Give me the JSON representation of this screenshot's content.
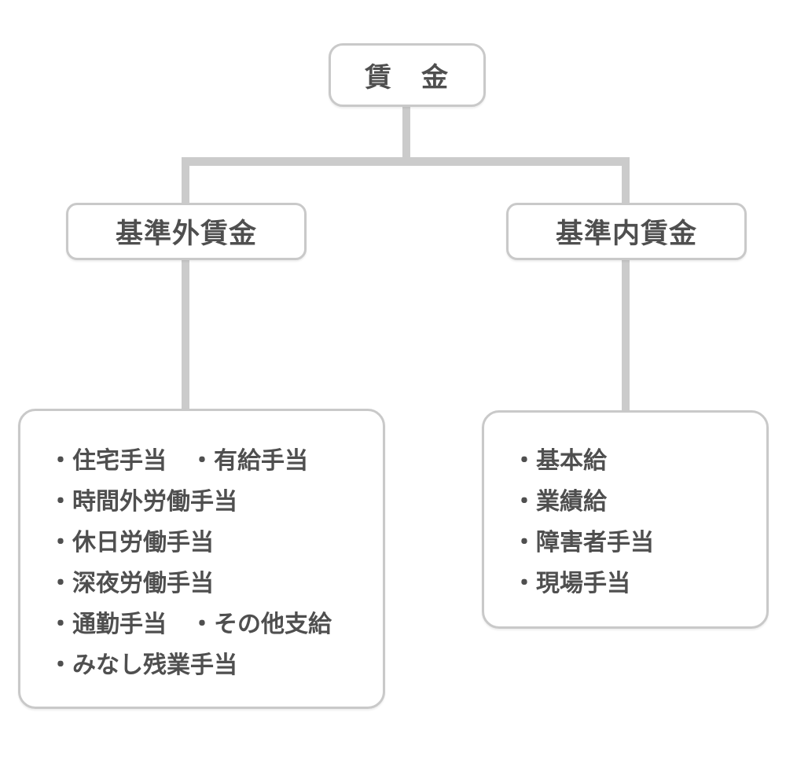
{
  "chart": {
    "root_label": "賃　金",
    "left_branch": {
      "label": "基準外賃金",
      "items": [
        "・住宅手当　・有給手当",
        "・時間外労働手当",
        "・休日労働手当",
        "・深夜労働手当",
        "・通勤手当　・その他支給",
        "・みなし残業手当"
      ]
    },
    "right_branch": {
      "label": "基準内賃金",
      "items": [
        "・基本給",
        "・業績給",
        "・障害者手当",
        "・現場手当"
      ]
    },
    "colors": {
      "connector": "#cbcbcb",
      "box_border": "#c9c9c9",
      "text": "#4f4f4f",
      "background": "#ffffff"
    }
  }
}
